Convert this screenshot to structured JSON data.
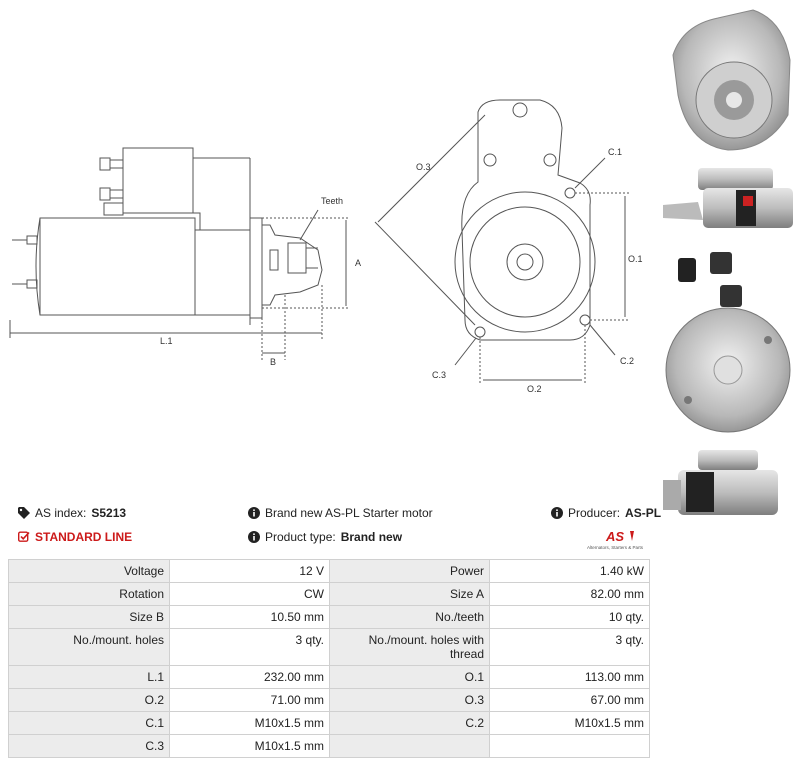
{
  "drawing": {
    "labels": {
      "teeth": "Teeth",
      "a": "A",
      "b": "B",
      "l1": "L.1",
      "o1": "O.1",
      "o2": "O.2",
      "o3": "O.3",
      "c1": "C.1",
      "c2": "C.2",
      "c3": "C.3"
    }
  },
  "info": {
    "as_index_label": "AS index:",
    "as_index_value": "S5213",
    "description": "Brand new AS-PL Starter motor",
    "producer_label": "Producer:",
    "producer_value": "AS-PL",
    "standard_line": "STANDARD LINE",
    "product_type_label": "Product type:",
    "product_type_value": "Brand new",
    "logo_text": "AS",
    "logo_tagline": "Alternators, Starters & Parts"
  },
  "colors": {
    "accent_red": "#cc1a1a",
    "label_bg": "#ececec",
    "line": "#555555"
  },
  "specs": [
    [
      {
        "label": "Voltage",
        "value": "12 V"
      },
      {
        "label": "Power",
        "value": "1.40 kW"
      }
    ],
    [
      {
        "label": "Rotation",
        "value": "CW"
      },
      {
        "label": "Size A",
        "value": "82.00 mm"
      }
    ],
    [
      {
        "label": "Size B",
        "value": "10.50 mm"
      },
      {
        "label": "No./teeth",
        "value": "10 qty."
      }
    ],
    [
      {
        "label": "No./mount. holes",
        "value": "3 qty."
      },
      {
        "label": "No./mount. holes with thread",
        "value": "3 qty."
      }
    ],
    [
      {
        "label": "L.1",
        "value": "232.00 mm"
      },
      {
        "label": "O.1",
        "value": "113.00 mm"
      }
    ],
    [
      {
        "label": "O.2",
        "value": "71.00 mm"
      },
      {
        "label": "O.3",
        "value": "67.00 mm"
      }
    ],
    [
      {
        "label": "C.1",
        "value": "M10x1.5 mm"
      },
      {
        "label": "C.2",
        "value": "M10x1.5 mm"
      }
    ],
    [
      {
        "label": "C.3",
        "value": "M10x1.5 mm"
      },
      {
        "label": "",
        "value": ""
      }
    ]
  ]
}
